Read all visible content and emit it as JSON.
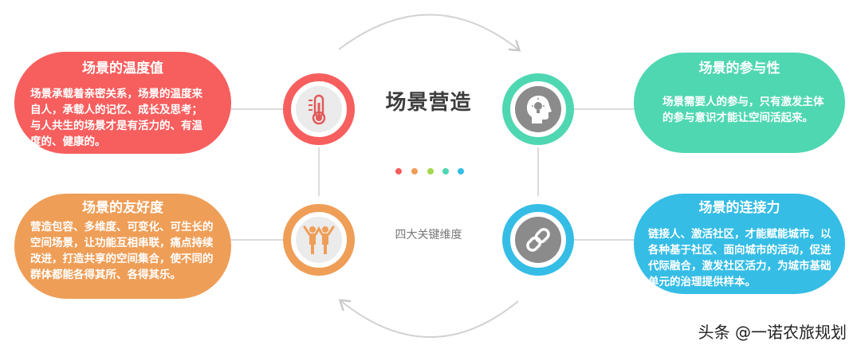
{
  "center": {
    "title": "场景营造",
    "subtitle": "四大关键维度"
  },
  "dots": [
    "#f75e5e",
    "#ef9e57",
    "#a3d84f",
    "#4fd7b2",
    "#35bde6"
  ],
  "cards": [
    {
      "title": "场景的温度值",
      "text": "场景承载着亲密关系，场景的温度来自人，承载人的记忆、成长及思考；与人共生的场景才是有活力的、有温度的、健康的。",
      "color": "#f75e5e",
      "icon": "thermometer-icon"
    },
    {
      "title": "场景的参与性",
      "text": "场景需要人的参与，只有激发主体的参与意识才能让空间活起来。",
      "color": "#4fd7b2",
      "icon": "lightbulb-head-icon"
    },
    {
      "title": "场景的友好度",
      "text": "营造包容、多维度、可变化、可生长的空间场景，让功能互相串联，痛点持续改进，打造共享的空间集合，使不同的群体都能各得其所、各得其乐。",
      "color": "#ef9e57",
      "icon": "people-icon"
    },
    {
      "title": "场景的连接力",
      "text": "链接人、激活社区，才能赋能城市。以各种基于社区、面向城市的活动，促进代际融合，激发社区活力，为城市基础单元的治理提供样本。",
      "color": "#35bde6",
      "icon": "link-icon"
    }
  ],
  "watermark": "头条 @一诺农旅规划"
}
